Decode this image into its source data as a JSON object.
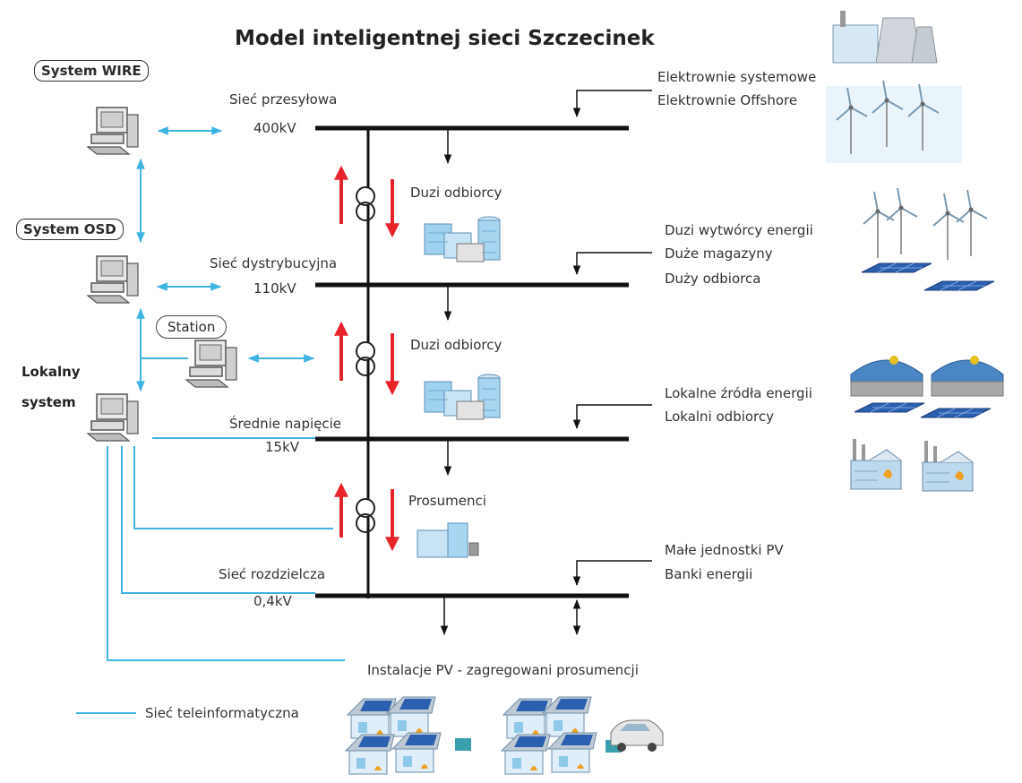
{
  "title": "Model inteligentnej sieci Szczecinek",
  "systems": {
    "wire": "System WIRE",
    "osd": "System OSD",
    "station": "Station",
    "local_line1": "Lokalny",
    "local_line2": "system"
  },
  "levels": [
    {
      "name": "Sieć przesyłowa",
      "voltage": "400kV"
    },
    {
      "name": "Sieć dystrybucyjna",
      "voltage": "110kV"
    },
    {
      "name": "Średnie napięcie",
      "voltage": "15kV"
    },
    {
      "name": "Sieć rozdzielcza",
      "voltage": "0,4kV"
    }
  ],
  "consumers": [
    "Duzi odbiorcy",
    "Duzi odbiorcy",
    "Prosumenci"
  ],
  "sources": [
    [
      "Elektrownie systemowe",
      "Elektrownie Offshore"
    ],
    [
      "Duzi wytwórcy energii",
      "Duże magazyny",
      "Duży odbiorca"
    ],
    [
      "Lokalne źródła energii",
      "Lokalni odbiorcy"
    ],
    [
      "Małe jednostki PV",
      "Banki energii"
    ]
  ],
  "pv_label": "Instalacje PV - zagregowani prosumencji",
  "legend": {
    "label": "Sieć teleinformatyczna"
  },
  "colors": {
    "telecom": "#3fb4e0",
    "flow_arrow": "#e8242b",
    "bus": "#111111",
    "building": "#8ec9ea",
    "panel": "#2b5fb0"
  },
  "icons": [
    "computer-icon",
    "transformer-icon",
    "office-buildings-icon",
    "power-plant-icon",
    "wind-turbine-icon",
    "solar-panel-icon",
    "biogas-tank-icon",
    "factory-icon",
    "house-icon",
    "electric-car-icon"
  ]
}
